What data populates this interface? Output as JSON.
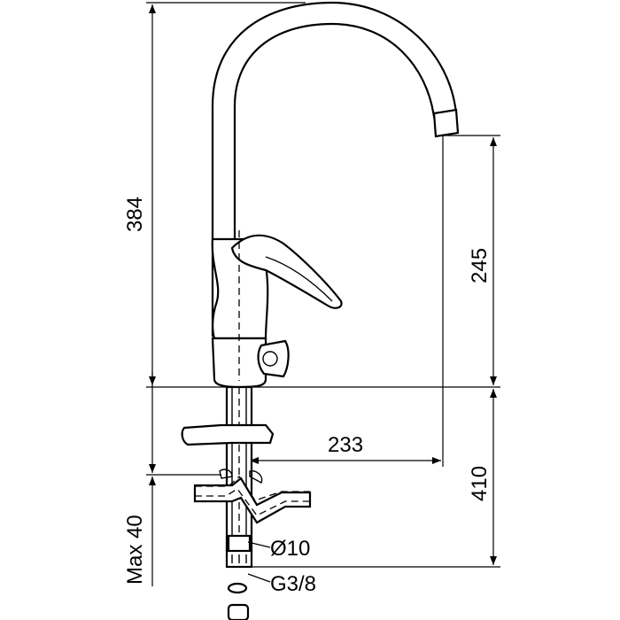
{
  "drawing": {
    "dimensions": {
      "total_height": "384",
      "spout_height": "245",
      "spout_reach": "233",
      "below_deck": "410",
      "deck_thickness": "Max 40",
      "hose_diameter": "Ø10",
      "connection_thread": "G3/8"
    }
  }
}
